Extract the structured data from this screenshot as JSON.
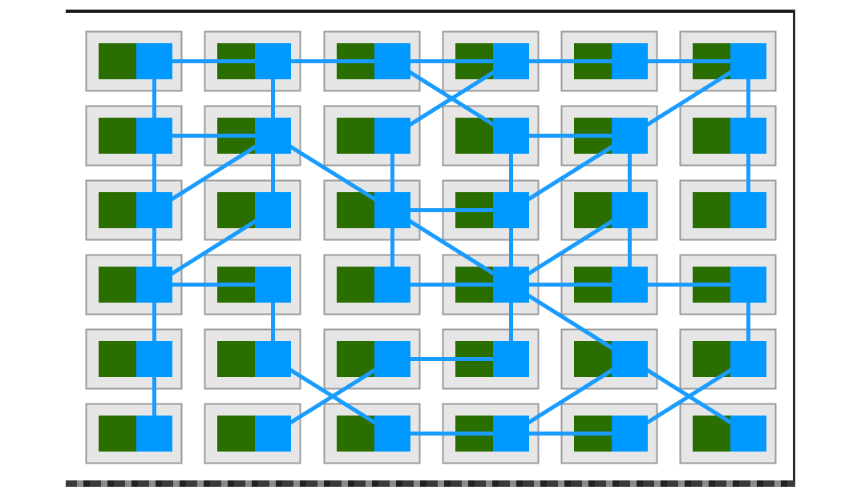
{
  "diagram": {
    "rows": 6,
    "cols": 6,
    "colors": {
      "tile_bg": "#e6e6e6",
      "tile_border": "#9a9a9a",
      "core_green": "#2a6e00",
      "router_blue": "#0099ff",
      "link_blue": "#1a9cff"
    },
    "links": [
      [
        [
          0,
          0
        ],
        [
          0,
          1
        ]
      ],
      [
        [
          0,
          1
        ],
        [
          0,
          2
        ]
      ],
      [
        [
          0,
          2
        ],
        [
          0,
          3
        ]
      ],
      [
        [
          0,
          3
        ],
        [
          0,
          4
        ]
      ],
      [
        [
          0,
          4
        ],
        [
          0,
          5
        ]
      ],
      [
        [
          0,
          0
        ],
        [
          1,
          0
        ]
      ],
      [
        [
          0,
          1
        ],
        [
          1,
          1
        ]
      ],
      [
        [
          0,
          2
        ],
        [
          1,
          3
        ]
      ],
      [
        [
          0,
          3
        ],
        [
          1,
          2
        ]
      ],
      [
        [
          0,
          5
        ],
        [
          1,
          4
        ]
      ],
      [
        [
          0,
          5
        ],
        [
          1,
          5
        ]
      ],
      [
        [
          1,
          0
        ],
        [
          1,
          1
        ]
      ],
      [
        [
          1,
          3
        ],
        [
          1,
          4
        ]
      ],
      [
        [
          1,
          0
        ],
        [
          2,
          0
        ]
      ],
      [
        [
          1,
          1
        ],
        [
          2,
          0
        ]
      ],
      [
        [
          1,
          1
        ],
        [
          2,
          1
        ]
      ],
      [
        [
          1,
          1
        ],
        [
          2,
          2
        ]
      ],
      [
        [
          1,
          2
        ],
        [
          2,
          2
        ]
      ],
      [
        [
          1,
          3
        ],
        [
          2,
          3
        ]
      ],
      [
        [
          1,
          4
        ],
        [
          2,
          3
        ]
      ],
      [
        [
          1,
          4
        ],
        [
          2,
          4
        ]
      ],
      [
        [
          1,
          5
        ],
        [
          2,
          5
        ]
      ],
      [
        [
          2,
          2
        ],
        [
          2,
          3
        ]
      ],
      [
        [
          2,
          0
        ],
        [
          3,
          0
        ]
      ],
      [
        [
          2,
          1
        ],
        [
          3,
          0
        ]
      ],
      [
        [
          2,
          2
        ],
        [
          3,
          2
        ]
      ],
      [
        [
          2,
          2
        ],
        [
          3,
          3
        ]
      ],
      [
        [
          2,
          3
        ],
        [
          3,
          3
        ]
      ],
      [
        [
          2,
          4
        ],
        [
          3,
          3
        ]
      ],
      [
        [
          2,
          4
        ],
        [
          3,
          4
        ]
      ],
      [
        [
          3,
          0
        ],
        [
          3,
          1
        ]
      ],
      [
        [
          3,
          2
        ],
        [
          3,
          3
        ]
      ],
      [
        [
          3,
          3
        ],
        [
          3,
          4
        ]
      ],
      [
        [
          3,
          4
        ],
        [
          3,
          5
        ]
      ],
      [
        [
          3,
          0
        ],
        [
          4,
          0
        ]
      ],
      [
        [
          3,
          1
        ],
        [
          4,
          1
        ]
      ],
      [
        [
          3,
          3
        ],
        [
          4,
          3
        ]
      ],
      [
        [
          3,
          3
        ],
        [
          4,
          4
        ]
      ],
      [
        [
          3,
          5
        ],
        [
          4,
          5
        ]
      ],
      [
        [
          4,
          2
        ],
        [
          4,
          3
        ]
      ],
      [
        [
          4,
          0
        ],
        [
          5,
          0
        ]
      ],
      [
        [
          4,
          1
        ],
        [
          5,
          2
        ]
      ],
      [
        [
          4,
          2
        ],
        [
          5,
          1
        ]
      ],
      [
        [
          4,
          4
        ],
        [
          5,
          3
        ]
      ],
      [
        [
          4,
          4
        ],
        [
          5,
          5
        ]
      ],
      [
        [
          4,
          5
        ],
        [
          5,
          4
        ]
      ],
      [
        [
          5,
          2
        ],
        [
          5,
          3
        ]
      ],
      [
        [
          5,
          3
        ],
        [
          5,
          4
        ]
      ]
    ]
  }
}
